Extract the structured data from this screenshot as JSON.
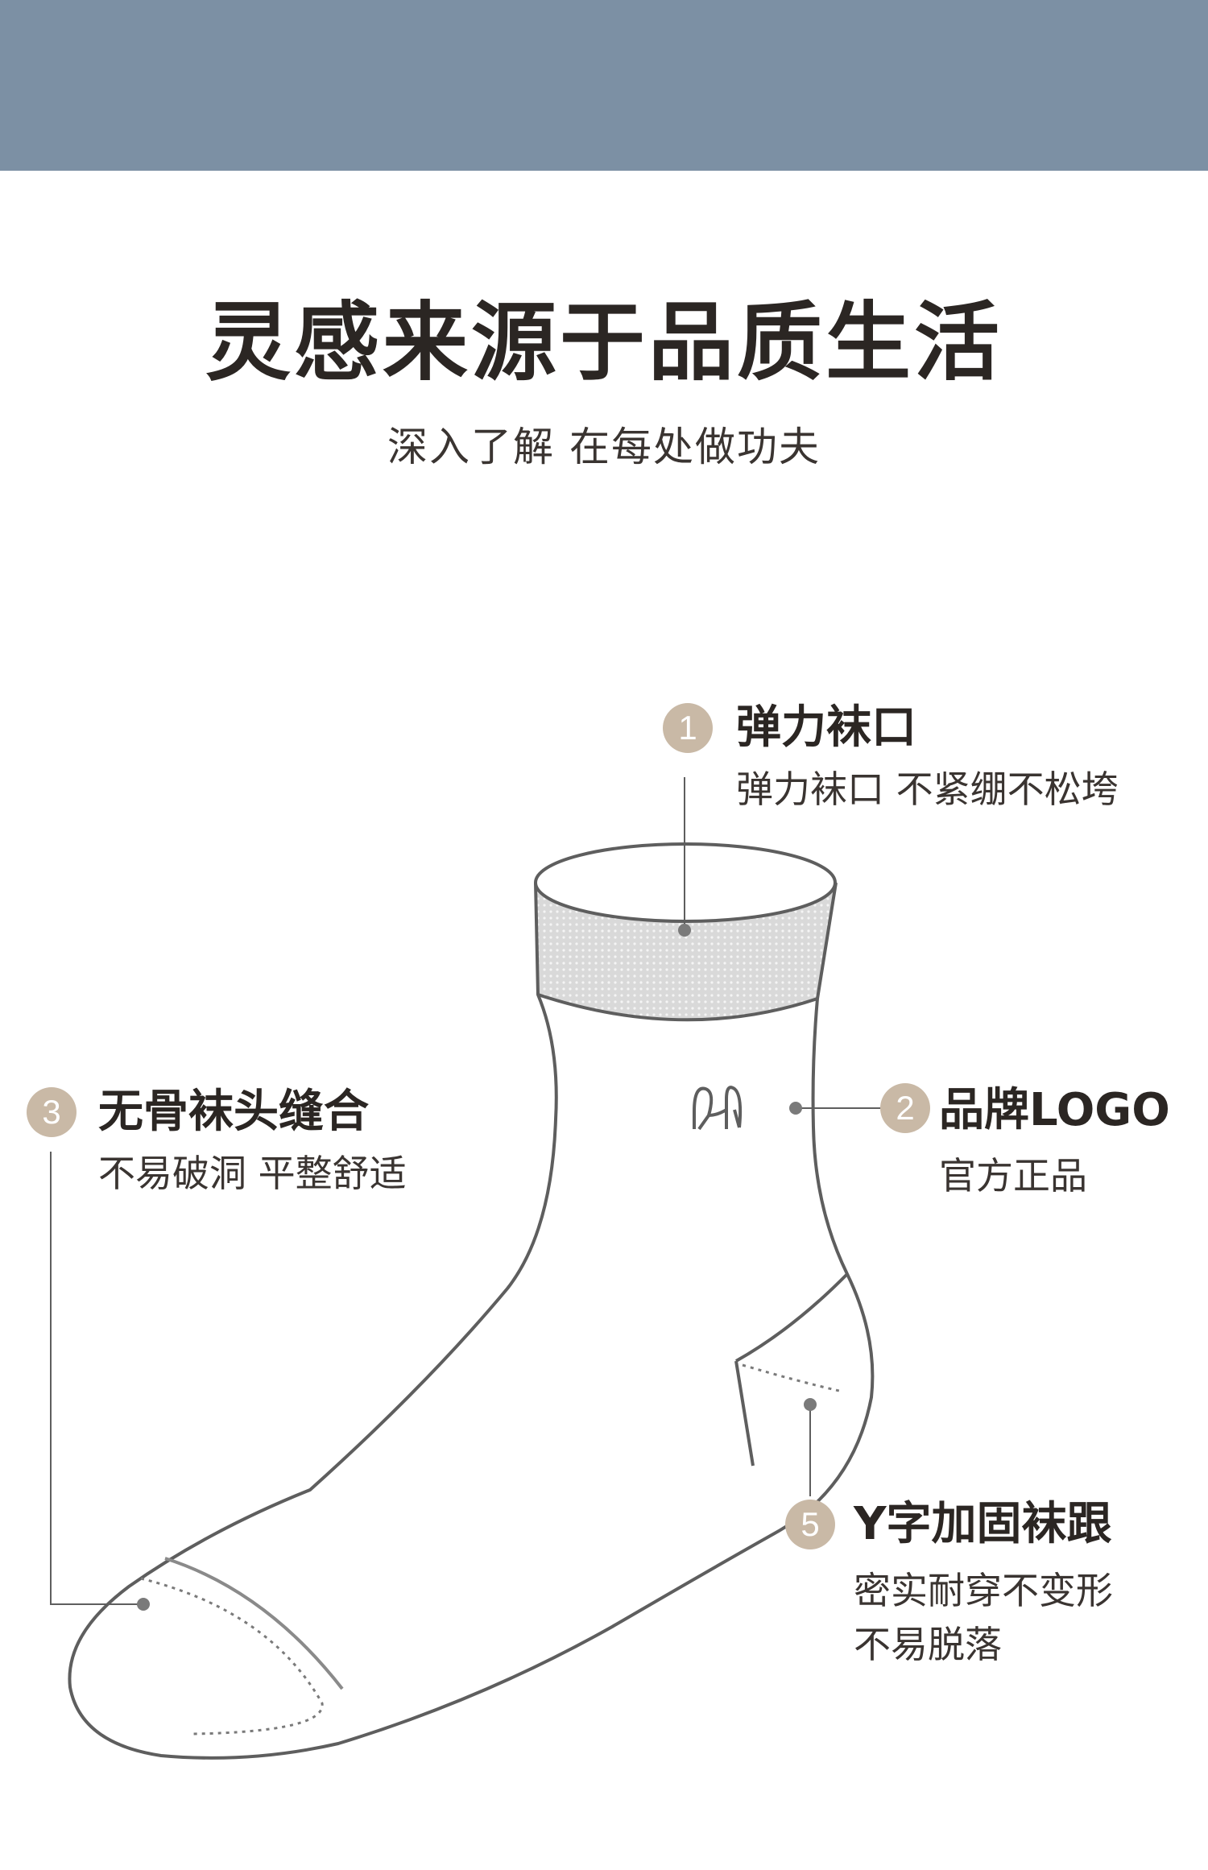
{
  "header": {
    "title": "灵感来源于品质生活",
    "subtitle": "深入了解 在每处做功夫"
  },
  "colors": {
    "top_band": "#7c90a4",
    "badge": "#c9b9a6",
    "outline": "#5e5e5e"
  },
  "features": [
    {
      "number": "1",
      "title": "弹力袜口",
      "desc_lines": [
        "弹力袜口 不紧绷不松垮"
      ]
    },
    {
      "number": "2",
      "title": "品牌LOGO",
      "desc_lines": [
        "官方正品"
      ]
    },
    {
      "number": "3",
      "title": "无骨袜头缝合",
      "desc_lines": [
        "不易破洞 平整舒适"
      ]
    },
    {
      "number": "5",
      "title": "Y字加固袜跟",
      "desc_lines": [
        "密实耐穿不变形",
        "不易脱落"
      ]
    }
  ]
}
